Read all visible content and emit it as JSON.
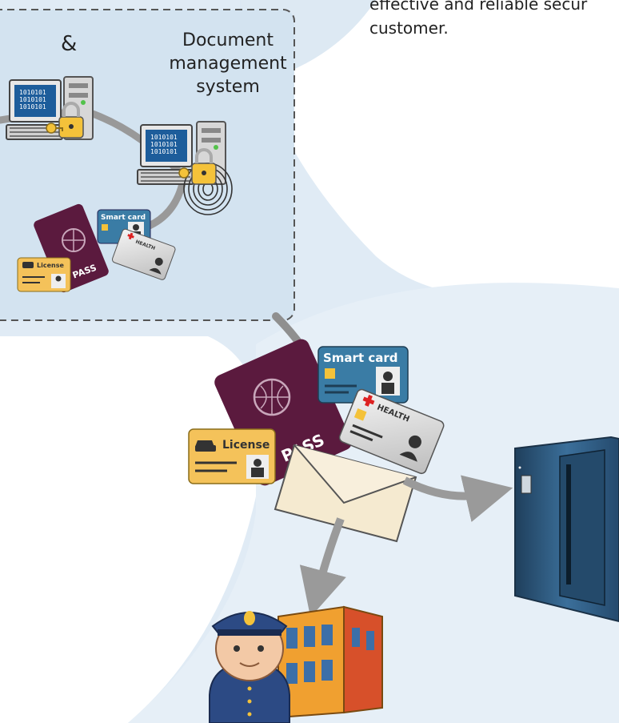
{
  "top_text": {
    "line1": "effective and reliable secur",
    "line2": "customer."
  },
  "box": {
    "ampersand": "&",
    "title_line1": "Document",
    "title_line2": "management",
    "title_line3": "system"
  },
  "labels": {
    "binary": "1010101",
    "smart_card": "Smart card",
    "health": "HEALTH",
    "license": "License",
    "pass": "PASS"
  },
  "colors": {
    "bg_blob": "#dbe9f4",
    "box_fill": "#d3e4f1",
    "path_gray": "#8c8c8c",
    "passport": "#5b1a3e",
    "license_card": "#f4c25a",
    "smart_card": "#3a7ca5",
    "health_card": "#d9d9d9",
    "envelope": "#f5ead0",
    "kiosk": "#2d5a80",
    "building": "#f0a030",
    "officer_uniform": "#2c4a84"
  }
}
